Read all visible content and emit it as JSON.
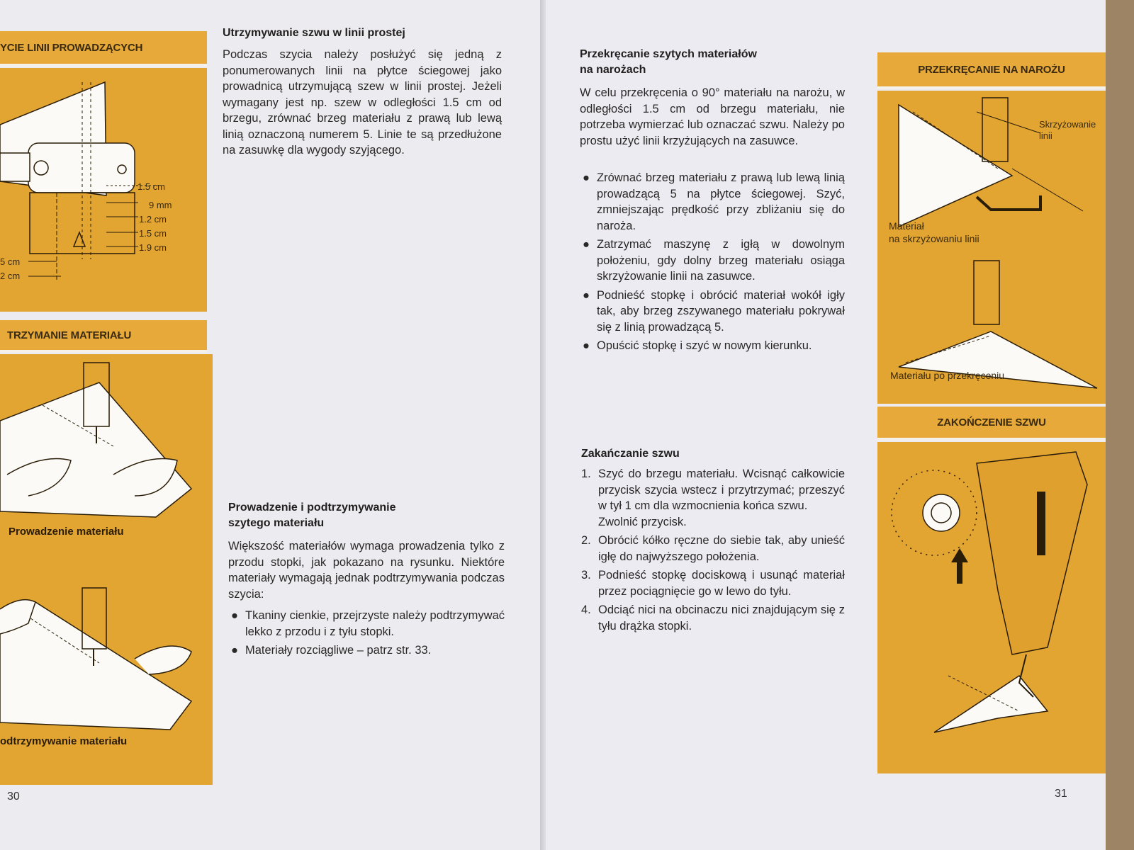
{
  "left": {
    "band1": "YCIE LINII PROWADZĄCYCH",
    "band2": "TRZYMANIE MATERIAŁU",
    "ruler_labels": [
      "1.5 cm",
      "9 mm",
      "1.2 cm",
      "1.5 cm",
      "1.9 cm"
    ],
    "side_labels": [
      "5 cm",
      "2 cm"
    ],
    "caption1": "Prowadzenie materiału",
    "caption2": "odtrzymywanie materiału",
    "section1_title": "Utrzymywanie szwu w linii prostej",
    "section1_text": "Podczas szycia należy posłużyć się jedną z ponumerowanych linii na płytce ściegowej jako prowadnicą utrzymującą szew w linii prostej. Jeżeli wymagany jest np. szew w odległości 1.5 cm od brzegu, zrównać brzeg materiału z prawą lub lewą linią oznaczoną numerem 5. Linie te są przedłużone na zasuwkę dla wygody szyjącego.",
    "section2_title_1": "Prowadzenie i podtrzymywanie",
    "section2_title_2": "szytego materiału",
    "section2_text": "Większość materiałów wymaga prowadzenia tylko z przodu stopki, jak pokazano na rysunku. Niektóre materiały wymagają jednak podtrzymywania podczas szycia:",
    "section2_bullets": [
      "Tkaniny cienkie, przejrzyste należy podtrzymywać lekko z przodu i z tyłu stopki.",
      "Materiały rozciągliwe – patrz str. 33."
    ],
    "page_number": "30"
  },
  "right": {
    "section1_title_1": "Przekręcanie szytych materiałów",
    "section1_title_2": "na narożach",
    "section1_text": "W celu przekręcenia o 90° materiału na narożu, w odległości 1.5 cm od brzegu materiału, nie potrzeba wymierzać lub oznaczać szwu. Należy po prostu użyć linii krzyżujących na zasuwce.",
    "section1_bullets": [
      "Zrównać brzeg materiału z prawą lub lewą linią prowadzącą 5 na płytce ściegowej. Szyć, zmniejszając prędkość przy zbliżaniu się do naroża.",
      "Zatrzymać maszynę z igłą w dowolnym położeniu, gdy dolny brzeg materiału osiąga skrzyżowanie linii na zasuwce.",
      "Podnieść stopkę i obrócić materiał wokół igły tak, aby brzeg zszywanego materiału pokrywał się z linią prowadzącą 5.",
      "Opuścić stopkę i szyć w nowym kierunku."
    ],
    "section2_title": "Zakańczanie szwu",
    "section2_items": [
      {
        "n": "1.",
        "text": "Szyć do brzegu materiału. Wcisnąć całkowicie przycisk szycia wstecz i przytrzymać; przeszyć w tył 1 cm dla wzmocnienia końca szwu.",
        "extra": "Zwolnić przycisk."
      },
      {
        "n": "2.",
        "text": "Obrócić kółko ręczne do siebie tak, aby unieść igłę do najwyższego położenia."
      },
      {
        "n": "3.",
        "text": "Podnieść stopkę dociskową i usunąć materiał przez pociągnięcie go w lewo do tyłu."
      },
      {
        "n": "4.",
        "text": "Odciąć nici na obcinaczu nici znajdującym się z tyłu drążka stopki."
      }
    ],
    "band1": "PRZEKRĘCANIE NA NAROŻU",
    "band2": "ZAKOŃCZENIE SZWU",
    "lbl_skrzyzowanie_1": "Skrzyżowanie",
    "lbl_skrzyzowanie_2": "linii",
    "lbl_material_1": "Materiał",
    "lbl_material_2": "na skrzyżowaniu linii",
    "lbl_po": "Materiału po przekręceniu",
    "page_number": "31"
  },
  "colors": {
    "panel": "#e3a532",
    "band": "#e6a93a",
    "paper": "#ecebf0"
  }
}
